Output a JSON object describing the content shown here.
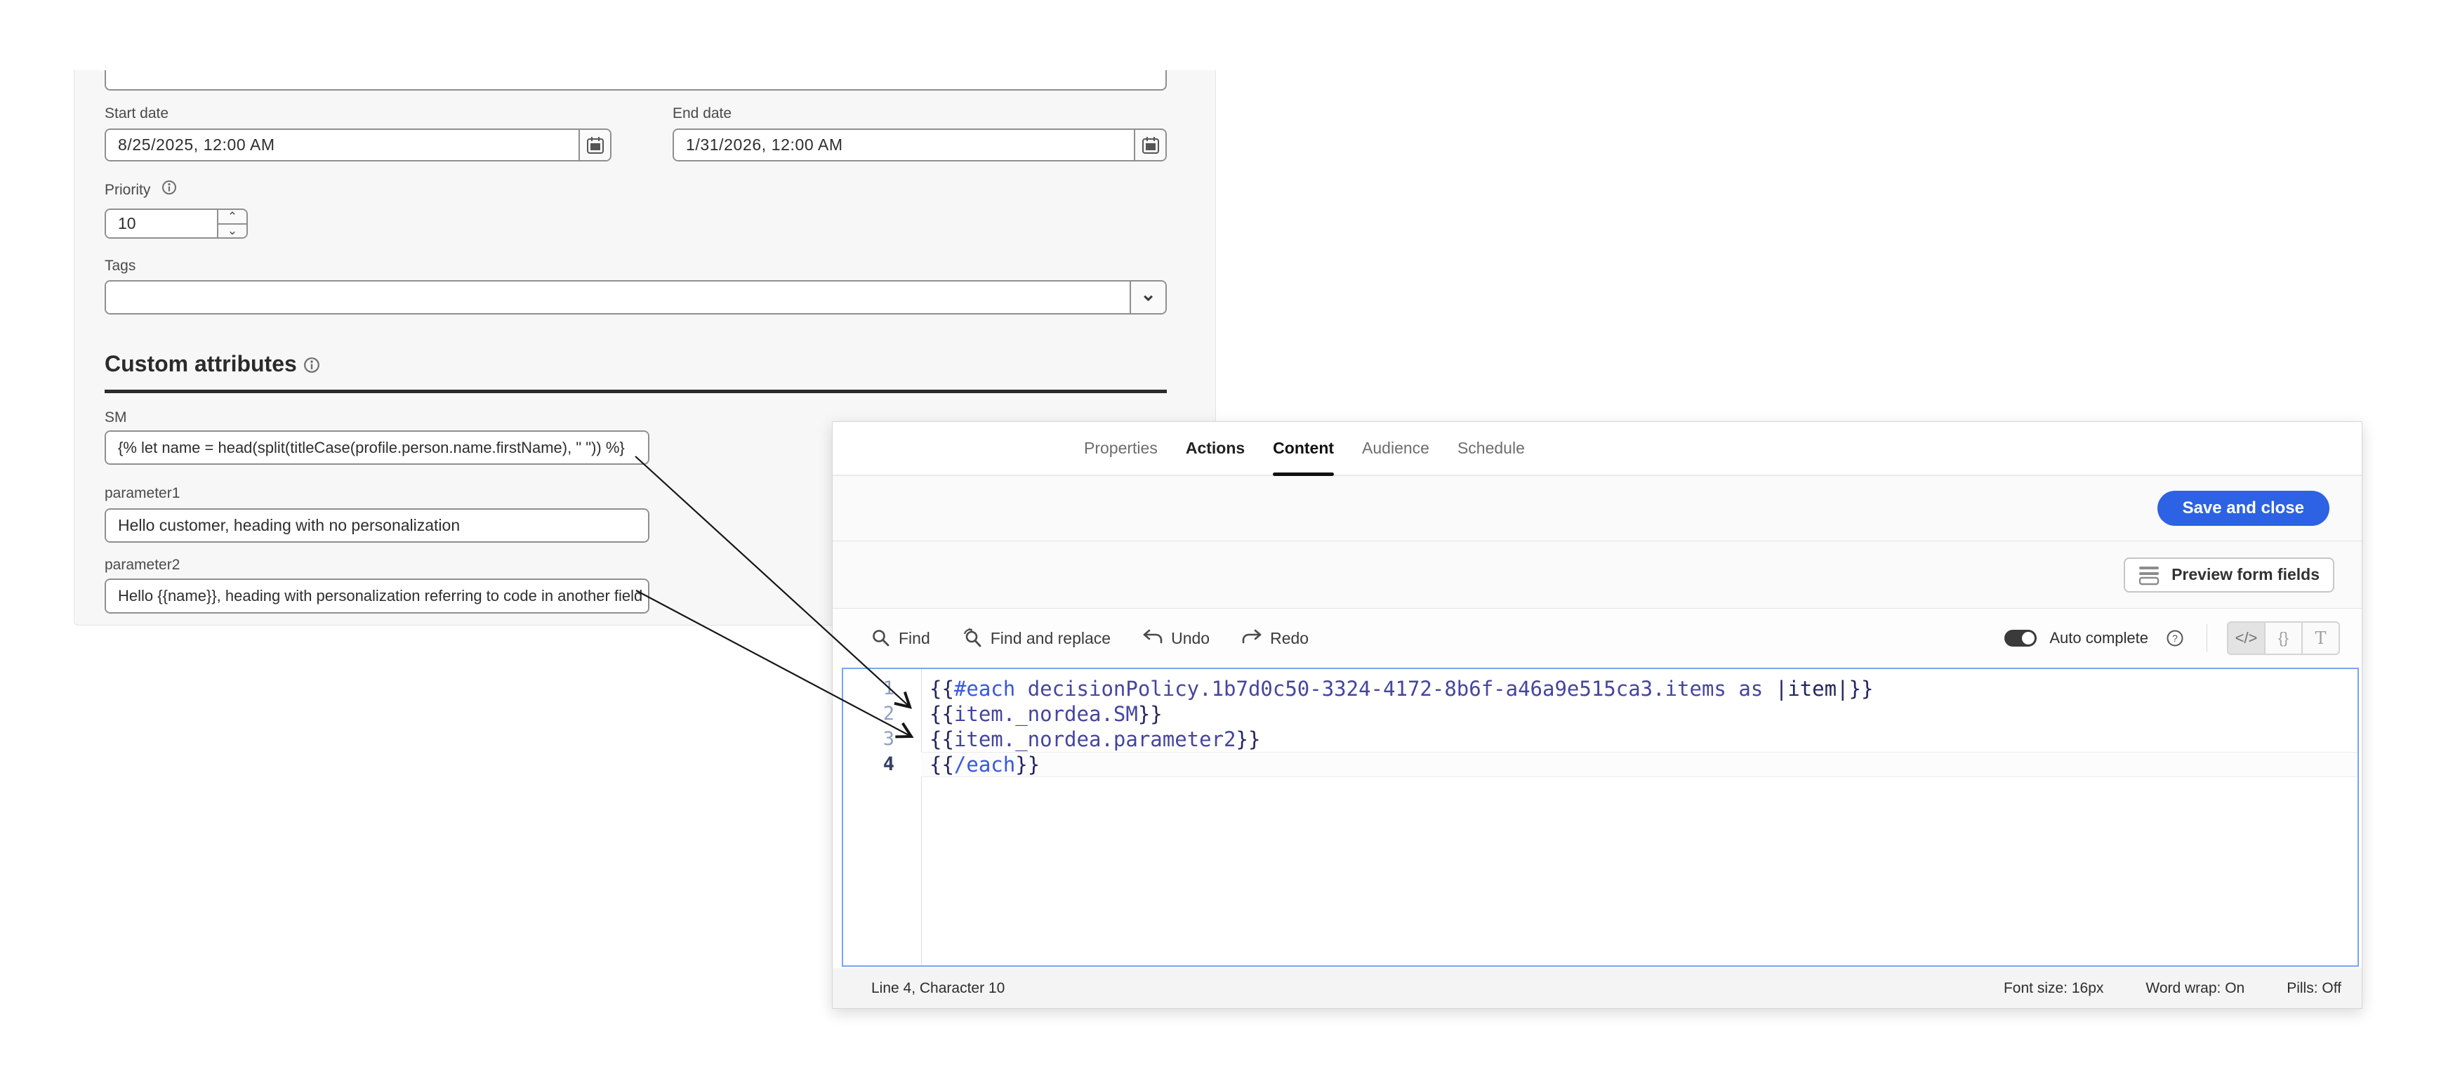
{
  "form_panel": {
    "start_date": {
      "label": "Start date",
      "value": "8/25/2025, 12:00 AM"
    },
    "end_date": {
      "label": "End date",
      "value": "1/31/2026, 12:00 AM"
    },
    "priority": {
      "label": "Priority",
      "value": "10"
    },
    "tags": {
      "label": "Tags",
      "value": ""
    },
    "custom_attributes": {
      "heading": "Custom attributes",
      "fields": [
        {
          "label": "SM",
          "value": "{% let name = head(split(titleCase(profile.person.name.firstName), \" \")) %}"
        },
        {
          "label": "parameter1",
          "value": "Hello customer, heading with no personalization"
        },
        {
          "label": "parameter2",
          "value": "Hello {{name}}, heading with personalization referring to code in another field"
        }
      ]
    }
  },
  "editor_window": {
    "tabs": [
      {
        "label": "Properties",
        "state": ""
      },
      {
        "label": "Actions",
        "state": "emphasis"
      },
      {
        "label": "Content",
        "state": "selected"
      },
      {
        "label": "Audience",
        "state": ""
      },
      {
        "label": "Schedule",
        "state": ""
      }
    ],
    "save_button": "Save and close",
    "preview_button": "Preview form fields",
    "toolbar": {
      "find": "Find",
      "find_replace": "Find and replace",
      "undo": "Undo",
      "redo": "Redo",
      "autocomplete_label": "Auto complete",
      "modes": [
        "</>",
        "{}",
        "T"
      ]
    },
    "editor": {
      "active_line": 4,
      "lines": [
        {
          "tokens": [
            {
              "c": "brace",
              "t": "{{"
            },
            {
              "c": "kw",
              "t": "#each"
            },
            {
              "c": "expr",
              "t": " decisionPolicy.1b7d0c50-3324-4172-8b6f-a46a9e515ca3.items as "
            },
            {
              "c": "pipe",
              "t": "|item|"
            },
            {
              "c": "brace",
              "t": "}}"
            }
          ]
        },
        {
          "tokens": [
            {
              "c": "brace",
              "t": "{{"
            },
            {
              "c": "expr",
              "t": "item._nordea.SM"
            },
            {
              "c": "brace",
              "t": "}}"
            }
          ]
        },
        {
          "tokens": [
            {
              "c": "brace",
              "t": "{{"
            },
            {
              "c": "expr",
              "t": "item._nordea.parameter2"
            },
            {
              "c": "brace",
              "t": "}}"
            }
          ]
        },
        {
          "tokens": [
            {
              "c": "brace",
              "t": "{{"
            },
            {
              "c": "kw",
              "t": "/each"
            },
            {
              "c": "brace",
              "t": "}}"
            }
          ]
        }
      ]
    },
    "status": {
      "position": "Line 4, Character 10",
      "font_size": "Font size: 16px",
      "word_wrap": "Word wrap: On",
      "pills": "Pills: Off"
    }
  },
  "colors": {
    "accent_blue": "#2c62e3",
    "editor_border_blue": "#7aa4f2",
    "code_keyword": "#3a57e2",
    "code_expression": "#45459f",
    "code_brace": "#23265e"
  }
}
